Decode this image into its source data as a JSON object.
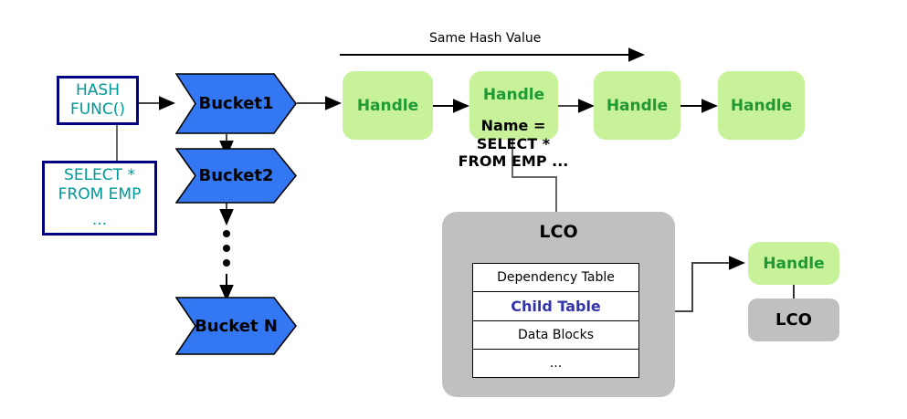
{
  "diagram": {
    "title": "Library Cache Hash Bucket Diagram",
    "colors": {
      "bucket_fill": "#3377f2",
      "bucket_stroke": "#000000",
      "handle_fill": "#c8f299",
      "handle_text": "#1f9933",
      "gray_fill": "#c0c0c0",
      "wbox_border": "#000080",
      "wbox_text": "#009999",
      "highlight_text": "#3333aa"
    },
    "left": {
      "hash_func": {
        "line1": "HASH",
        "line2": "FUNC()"
      },
      "sql": {
        "line1": "SELECT *",
        "line2": "FROM EMP",
        "line3": "..."
      }
    },
    "buckets": [
      {
        "label": "Bucket1"
      },
      {
        "label": "Bucket2"
      },
      {
        "label": "Bucket N"
      }
    ],
    "bucket_ellipsis": "•",
    "hash_label": "Same Hash Value",
    "handles": [
      {
        "label": "Handle"
      },
      {
        "label": "Handle"
      },
      {
        "label": "Handle"
      },
      {
        "label": "Handle"
      }
    ],
    "name_annotation": {
      "line1": "Name =",
      "line2": "SELECT *",
      "line3": "FROM EMP ..."
    },
    "lco": {
      "title": "LCO",
      "rows": [
        {
          "label": "Dependency Table",
          "highlight": false
        },
        {
          "label": "Child Table",
          "highlight": true
        },
        {
          "label": "Data Blocks",
          "highlight": false
        },
        {
          "label": "...",
          "highlight": false
        }
      ]
    },
    "child": {
      "handle_label": "Handle",
      "lco_label": "LCO"
    }
  }
}
